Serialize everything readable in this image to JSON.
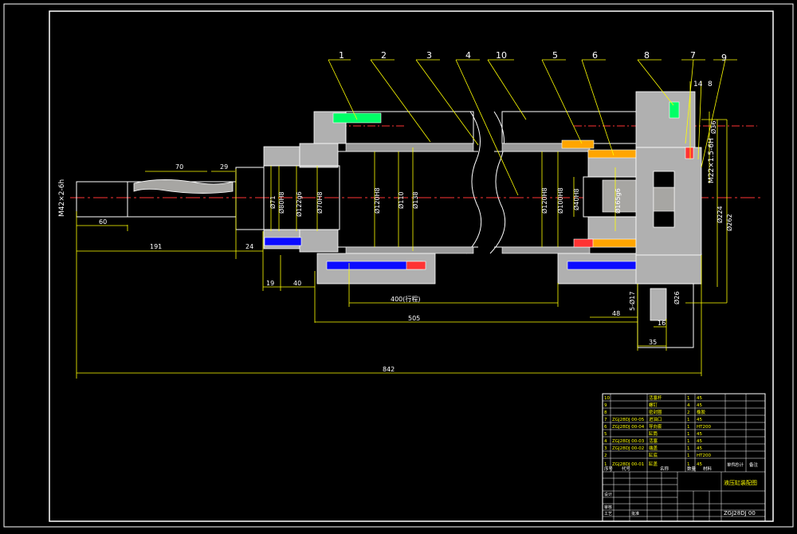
{
  "drawing": {
    "balloons": [
      {
        "label": "1"
      },
      {
        "label": "2"
      },
      {
        "label": "3"
      },
      {
        "label": "4"
      },
      {
        "label": "10"
      },
      {
        "label": "5"
      },
      {
        "label": "6"
      },
      {
        "label": "8"
      },
      {
        "label": "7"
      },
      {
        "label": "9"
      },
      {
        "label": "14"
      },
      {
        "label": "8"
      }
    ],
    "dims": {
      "d70": "70",
      "d29": "29",
      "d60": "60",
      "d191": "191",
      "d24": "24",
      "d19": "19",
      "d40": "40",
      "d400": "400(行程)",
      "d505": "505",
      "d842": "842",
      "d48": "48",
      "d16": "16",
      "d35": "35",
      "thread_left": "M42×2-6h",
      "thread_right": "M22×1.5-6H",
      "phi71": "Ø71",
      "phi80": "Ø80H8",
      "phi122": "Ø122g6",
      "phi70": "Ø70H8",
      "phi120a": "Ø120H8",
      "phi110": "Ø110",
      "phi138": "Ø138",
      "phi120b": "Ø120H8",
      "phi100": "Ø100H8",
      "phi40": "Ø40H8",
      "phi165": "Ø165g6",
      "phi36": "Ø36",
      "phi224": "Ø224",
      "phi262": "Ø262",
      "phi26": "Ø26",
      "phi17": "5-Ø17"
    },
    "title_block": {
      "headers": [
        "序号",
        "代号",
        "名称",
        "数量",
        "材料",
        "单件",
        "总计",
        "备注"
      ],
      "rows": [
        [
          "10",
          "",
          "活塞杆",
          "1",
          "45",
          ""
        ],
        [
          "9",
          "",
          "螺钉",
          "4",
          "45",
          ""
        ],
        [
          "8",
          "",
          "密封圈",
          "2",
          "橡胶",
          ""
        ],
        [
          "7",
          "ZGJ28DJ 00-05",
          "进油口",
          "1",
          "45",
          ""
        ],
        [
          "6",
          "ZGJ28DJ 00-04",
          "导向套",
          "1",
          "HT200",
          ""
        ],
        [
          "5",
          "",
          "缸筒",
          "1",
          "45",
          ""
        ],
        [
          "4",
          "ZGJ28DJ 00-03",
          "活塞",
          "1",
          "45",
          ""
        ],
        [
          "3",
          "ZGJ28DJ 00-02",
          "端盖",
          "1",
          "45",
          ""
        ],
        [
          "2",
          "",
          "缸底",
          "1",
          "HT200",
          ""
        ],
        [
          "1",
          "ZGJ28DJ 00-01",
          "缸盖",
          "1",
          "45",
          ""
        ]
      ],
      "drawing_title": "液压缸装配图",
      "drawing_code": "ZGJ28DJ 00",
      "footer_labels": [
        "设计",
        "审核",
        "工艺",
        "批准"
      ]
    }
  }
}
